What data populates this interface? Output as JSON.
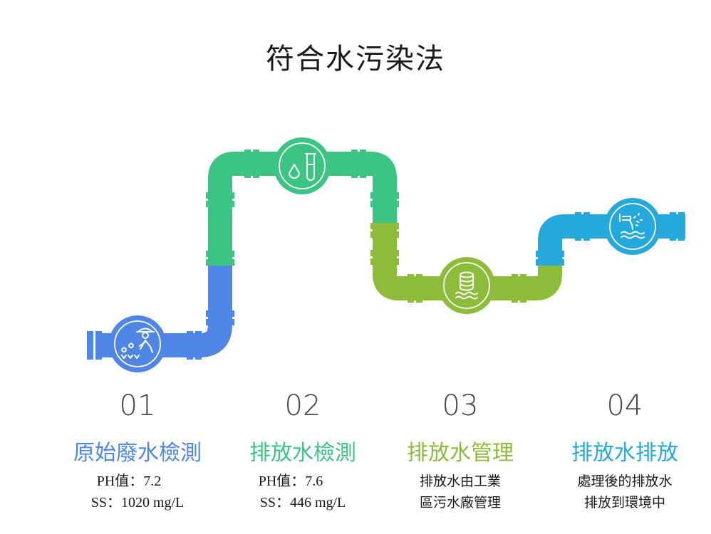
{
  "title": "符合水污染法",
  "steps": [
    {
      "num": "01",
      "name": "原始廢水檢測",
      "lines": [
        "PH值：7.2",
        "SS：1020 mg/L"
      ],
      "color": "#4f86e6",
      "icon": "worker-water-icon"
    },
    {
      "num": "02",
      "name": "排放水檢測",
      "lines": [
        "PH值：7.6",
        "SS：446 mg/L"
      ],
      "color": "#3cc485",
      "icon": "test-tube-drop-icon"
    },
    {
      "num": "03",
      "name": "排放水管理",
      "lines": [
        "排放水由工業",
        "區污水廠管理"
      ],
      "color": "#8cbc3a",
      "icon": "storage-tank-icon"
    },
    {
      "num": "04",
      "name": "排放水排放",
      "lines": [
        "處理後的排放水",
        "排放到環境中"
      ],
      "color": "#25a9dc",
      "icon": "outflow-pipe-icon"
    }
  ]
}
